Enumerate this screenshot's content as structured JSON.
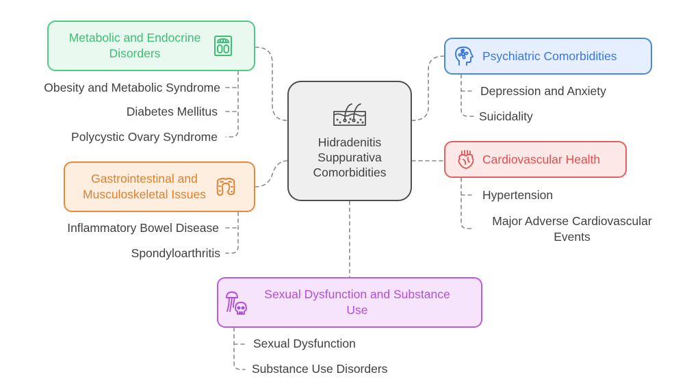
{
  "diagram": {
    "title": "Hidradenitis Suppurativa Comorbidities",
    "center": {
      "label_lines": [
        "Hidradenitis",
        "Suppurativa",
        "Comorbidities"
      ],
      "icon": "skin-hair-follicle-icon"
    },
    "categories": [
      {
        "id": "metabolic",
        "label": "Metabolic and Endocrine Disorders",
        "label_lines": [
          "Metabolic and Endocrine",
          "Disorders"
        ],
        "icon": "weight-scale-icon",
        "color": "#3cbf72",
        "border": "#4ccb82",
        "fill": "#e9f9f0",
        "items": [
          "Obesity and Metabolic Syndrome",
          "Diabetes Mellitus",
          "Polycystic Ovary Syndrome"
        ]
      },
      {
        "id": "psychiatric",
        "label": "Psychiatric Comorbidities",
        "label_lines": [
          "Psychiatric Comorbidities"
        ],
        "icon": "head-flower-icon",
        "color": "#3a77dc",
        "border": "#4a86e2",
        "fill": "#e6efff",
        "items": [
          "Depression and Anxiety",
          "Suicidality"
        ]
      },
      {
        "id": "cardiovascular",
        "label": "Cardiovascular Health",
        "label_lines": [
          "Cardiovascular Health"
        ],
        "icon": "anatomical-heart-icon",
        "color": "#de4f4f",
        "border": "#e45f5f",
        "fill": "#fde8e8",
        "items": [
          "Hypertension",
          "Major Adverse Cardiovascular Events"
        ],
        "item_lines": [
          [
            "Hypertension"
          ],
          [
            "Major Adverse Cardiovascular",
            "Events"
          ]
        ]
      },
      {
        "id": "gastro",
        "label": "Gastrointestinal and Musculoskeletal Issues",
        "label_lines": [
          "Gastrointestinal and",
          "Musculoskeletal Issues"
        ],
        "icon": "intestine-icon",
        "color": "#e07f2c",
        "border": "#e8883b",
        "fill": "#fdeee0",
        "items": [
          "Inflammatory Bowel Disease",
          "Spondyloarthritis"
        ]
      },
      {
        "id": "sexual",
        "label": "Sexual Dysfunction and Substance Use",
        "label_lines": [
          "Sexual Dysfunction and Substance",
          "Use"
        ],
        "icon": "mushroom-skull-icon",
        "color": "#b04fdb",
        "border": "#b95be0",
        "fill": "#f6e4fc",
        "items": [
          "Sexual Dysfunction",
          "Substance Use Disorders"
        ]
      }
    ]
  }
}
